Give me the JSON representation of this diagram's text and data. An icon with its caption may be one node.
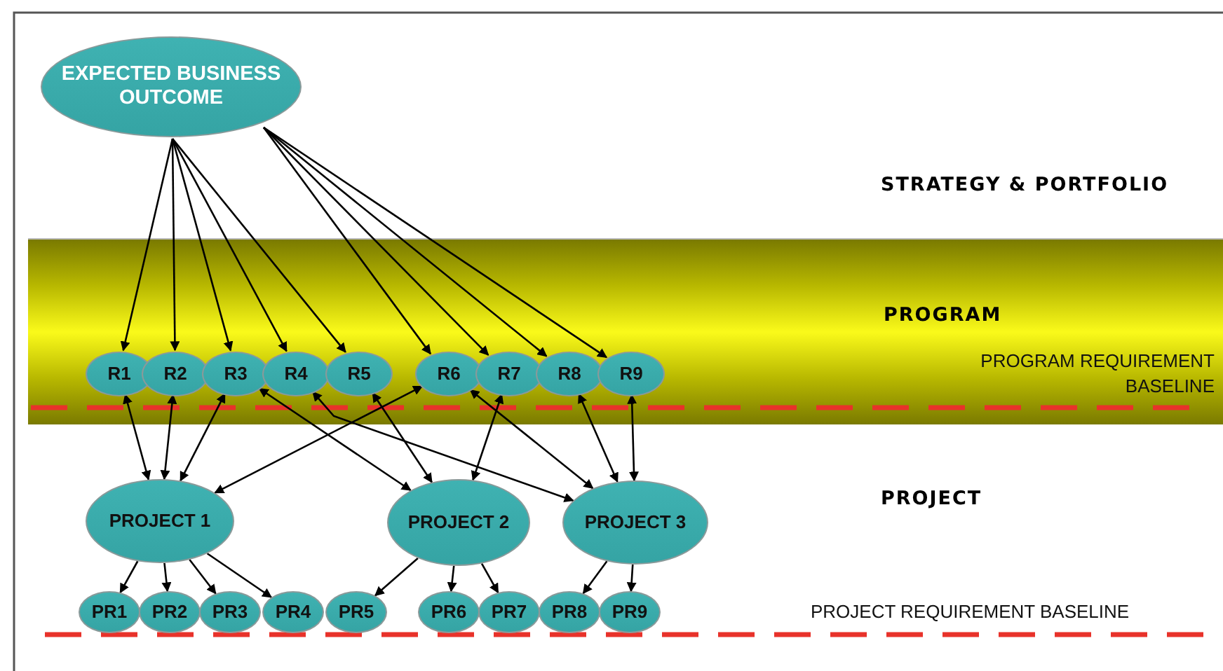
{
  "diagram": {
    "nodes": [
      {
        "text": [
          "EXPECTED BUSINESS OUTCOME"
        ]
      },
      {
        "text": [
          "PROGRAM",
          "PROGRAM REQUIREMENT BASELINE"
        ]
      },
      {
        "text": [
          "R1"
        ],
        "in": 1
      },
      {
        "text": [
          "R2"
        ],
        "in": 1
      },
      {
        "text": [
          "R3"
        ],
        "in": 1
      },
      {
        "text": [
          "R4"
        ],
        "in": 1
      },
      {
        "text": [
          "R5"
        ],
        "in": 1
      },
      {
        "text": [
          "R6"
        ],
        "in": 1
      },
      {
        "text": [
          "R7"
        ],
        "in": 1
      },
      {
        "text": [
          "R8"
        ],
        "in": 1
      },
      {
        "text": [
          "R9"
        ],
        "in": 1
      },
      {
        "text": [
          "PROJECT 1"
        ]
      },
      {
        "text": [
          "PROJECT 2"
        ]
      },
      {
        "text": [
          "PROJECT 3"
        ]
      },
      {
        "text": [
          "PR1"
        ]
      },
      {
        "text": [
          "PR2"
        ]
      },
      {
        "text": [
          "PR3"
        ]
      },
      {
        "text": [
          "PR4"
        ]
      },
      {
        "text": [
          "PR5"
        ]
      },
      {
        "text": [
          "PR6"
        ]
      },
      {
        "text": [
          "PR7"
        ]
      },
      {
        "text": [
          "PR8"
        ]
      },
      {
        "text": [
          "PR9"
        ]
      }
    ],
    "edges": [
      {
        "from": 0,
        "to": 2,
        "arrow": "to"
      },
      {
        "from": 0,
        "to": 3,
        "arrow": "to"
      },
      {
        "from": 0,
        "to": 4,
        "arrow": "to"
      },
      {
        "from": 0,
        "to": 5,
        "arrow": "to"
      },
      {
        "from": 0,
        "to": 6,
        "arrow": "to"
      },
      {
        "from": 0,
        "to": 7,
        "arrow": "to"
      },
      {
        "from": 0,
        "to": 8,
        "arrow": "to"
      },
      {
        "from": 0,
        "to": 9,
        "arrow": "to"
      },
      {
        "from": 0,
        "to": 10,
        "arrow": "to"
      },
      {
        "from": 2,
        "to": 11,
        "arrow": "both"
      },
      {
        "from": 3,
        "to": 11,
        "arrow": "both"
      },
      {
        "from": 4,
        "to": 11,
        "arrow": "both"
      },
      {
        "from": 7,
        "to": 11,
        "arrow": "both"
      },
      {
        "from": 4,
        "to": 12,
        "arrow": "both"
      },
      {
        "from": 6,
        "to": 12,
        "arrow": "both"
      },
      {
        "from": 8,
        "to": 12,
        "arrow": "both"
      },
      {
        "from": 5,
        "to": 13,
        "arrow": "both"
      },
      {
        "from": 7,
        "to": 13,
        "arrow": "both"
      },
      {
        "from": 9,
        "to": 13,
        "arrow": "both"
      },
      {
        "from": 10,
        "to": 13,
        "arrow": "both"
      },
      {
        "from": 11,
        "to": 14,
        "arrow": "to"
      },
      {
        "from": 11,
        "to": 15,
        "arrow": "to"
      },
      {
        "from": 11,
        "to": 16,
        "arrow": "to"
      },
      {
        "from": 11,
        "to": 17,
        "arrow": "to"
      },
      {
        "from": 12,
        "to": 18,
        "arrow": "to"
      },
      {
        "from": 12,
        "to": 19,
        "arrow": "to"
      },
      {
        "from": 12,
        "to": 20,
        "arrow": "to"
      },
      {
        "from": 13,
        "to": 21,
        "arrow": "to"
      },
      {
        "from": 13,
        "to": 22,
        "arrow": "to"
      }
    ],
    "labels": [
      "STRATEGY & PORTFOLIO",
      "PROJECT",
      "PROJECT REQUIREMENT BASELINE"
    ]
  }
}
